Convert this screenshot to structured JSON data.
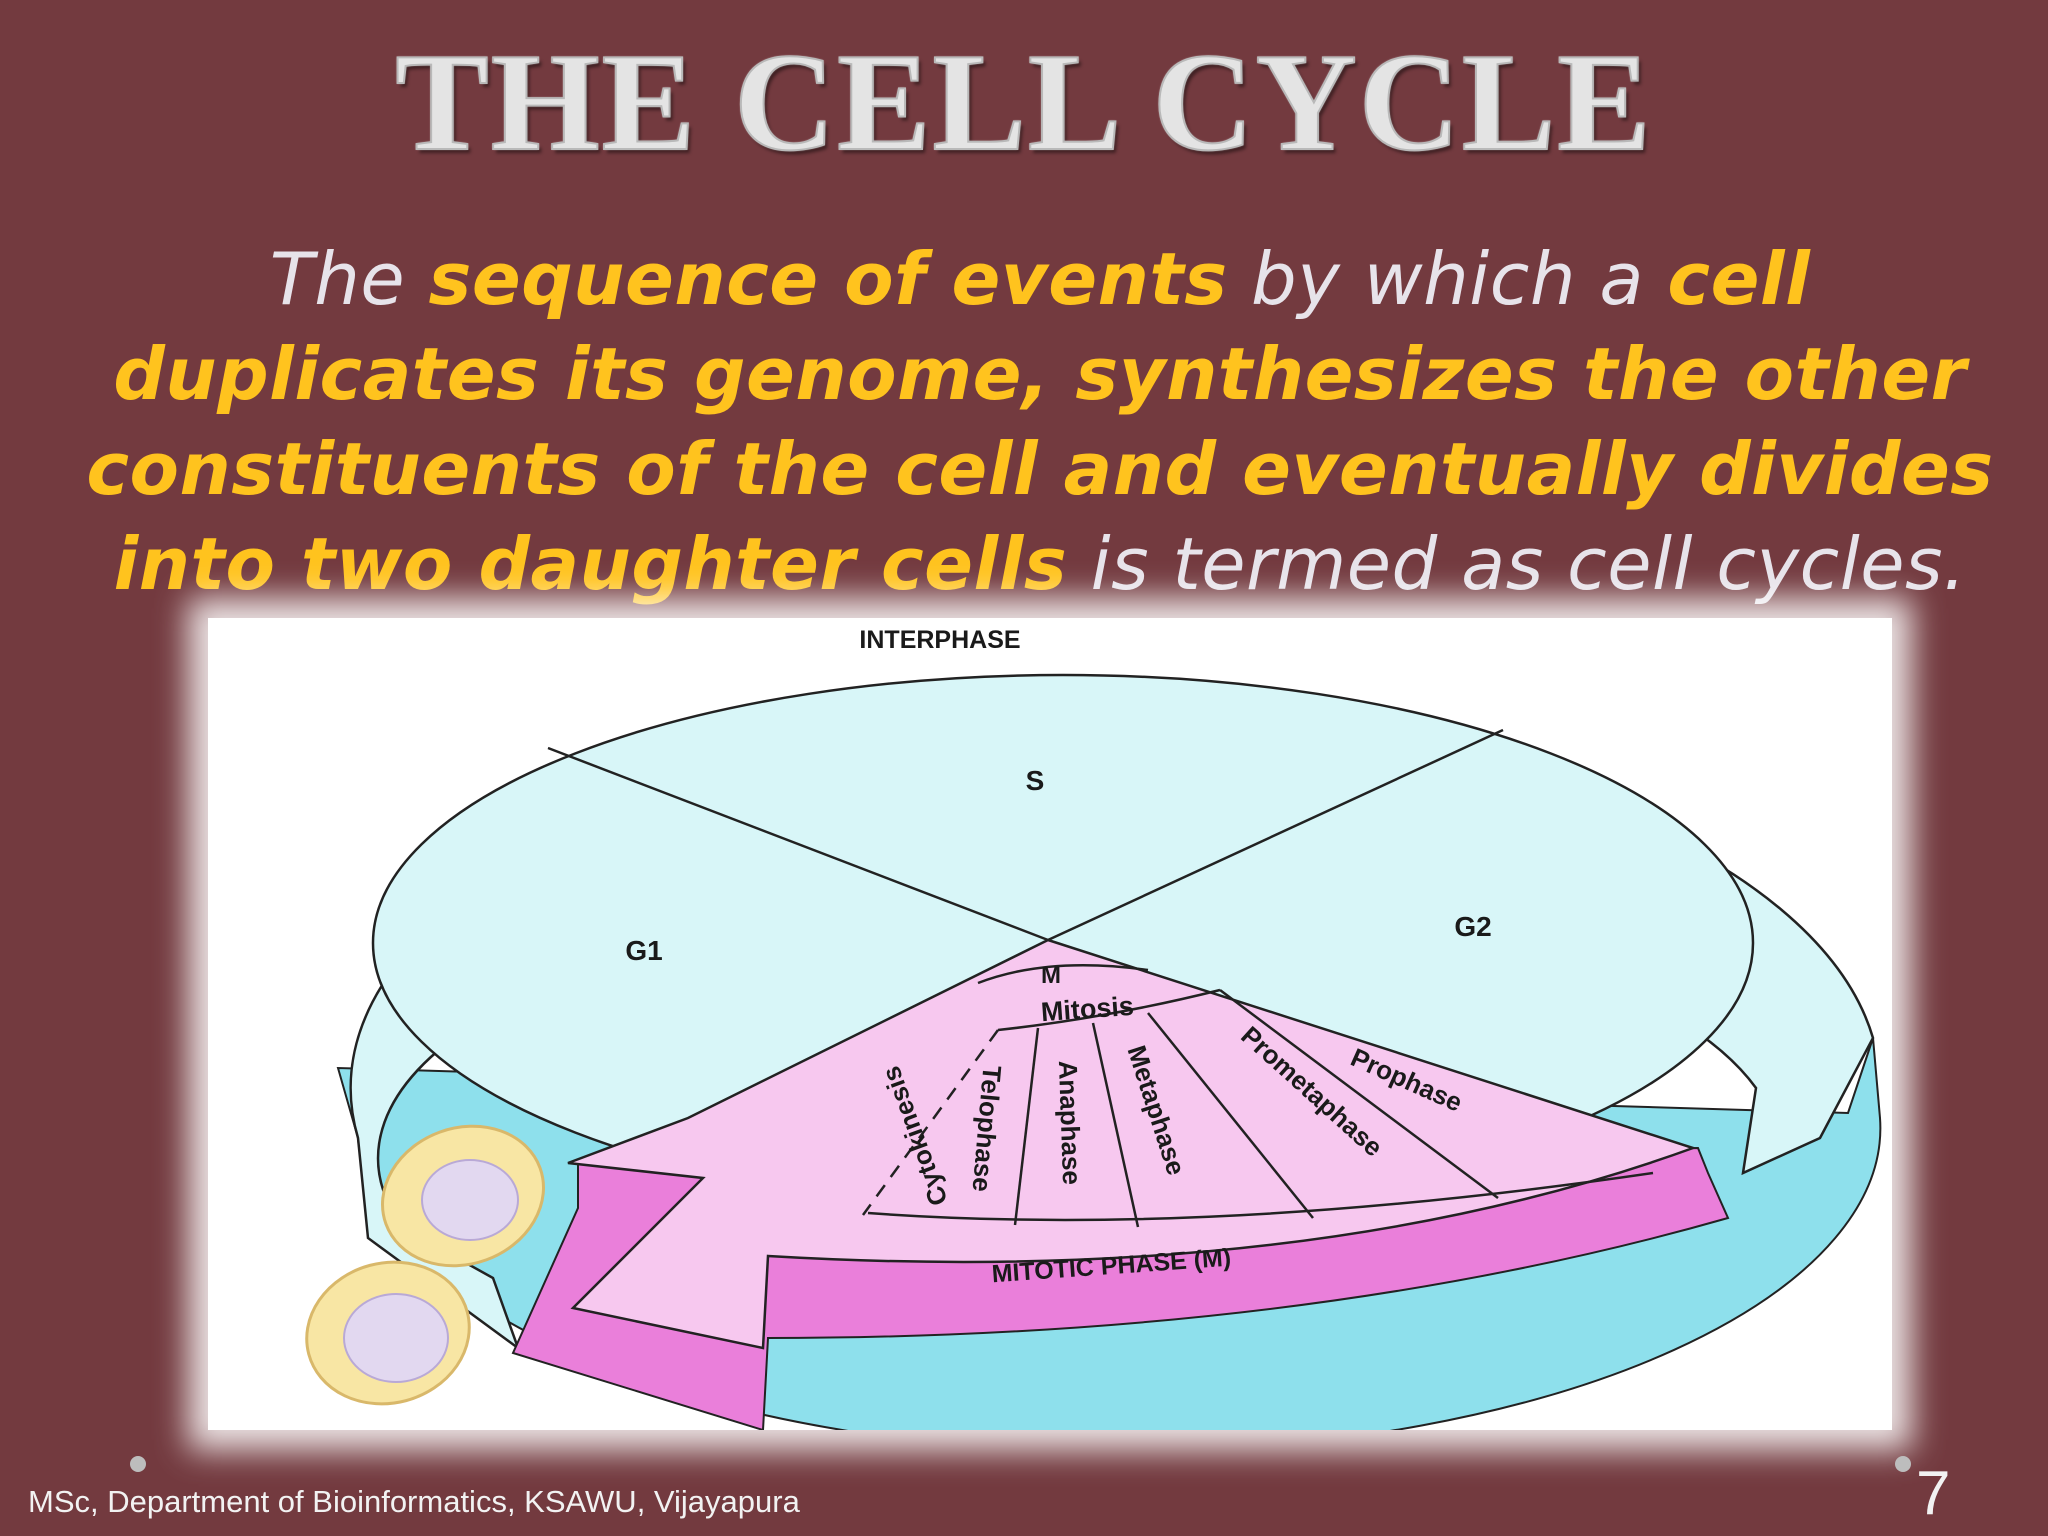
{
  "slide": {
    "title": "THE CELL CYCLE",
    "description": [
      {
        "text": "The ",
        "highlight": false
      },
      {
        "text": "sequence of events",
        "highlight": true
      },
      {
        "text": " by which a ",
        "highlight": false
      },
      {
        "text": "cell duplicates its genome, synthesizes the other constituents of the cell and eventually divides into two daughter cells",
        "highlight": true
      },
      {
        "text": " is termed as cell cycles.",
        "highlight": false
      }
    ],
    "footer": "MSc, Department of Bioinformatics, KSAWU, Vijayapura",
    "page_number": "7"
  },
  "diagram": {
    "interphase_label": "INTERPHASE",
    "s_label": "S",
    "g1_label": "G1",
    "g2_label": "G2",
    "m_label": "M",
    "mitosis_label": "Mitosis",
    "mitotic_phase_label": "MITOTIC PHASE (M)",
    "stages": [
      "Cytokinesis",
      "Telophase",
      "Anaphase",
      "Metaphase",
      "Prometaphase",
      "Prophase"
    ]
  },
  "colors": {
    "background": "#733A3F",
    "highlight": "#FFC31E",
    "interphase_fill": "#D8F6F8",
    "interphase_side": "#8EE0EC",
    "mitotic_fill": "#F7C8EF",
    "mitotic_side": "#EA7FDA",
    "cell_body": "#F8E6A4",
    "cell_nucleus": "#E2D8F0"
  }
}
